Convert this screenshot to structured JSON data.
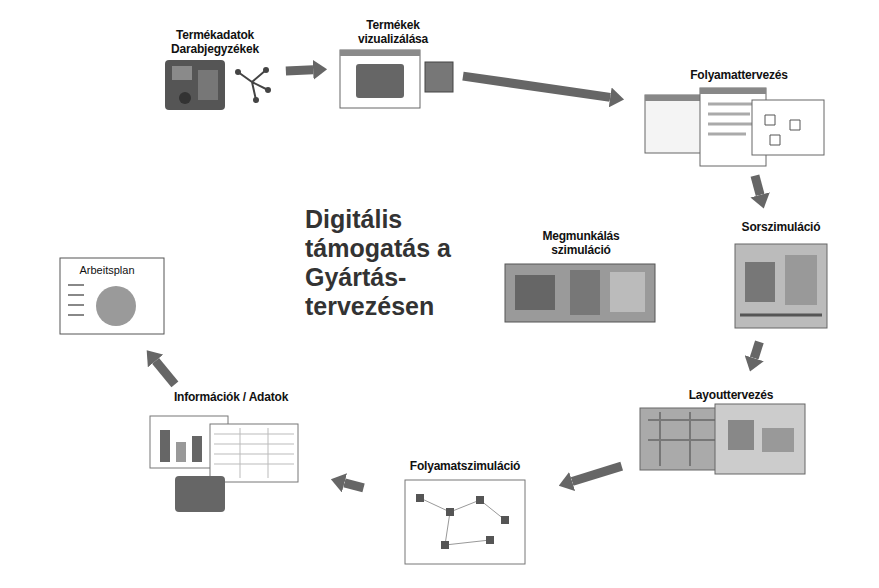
{
  "diagram": {
    "nodes": [
      {
        "text": [
          "Termékadatok Darabjegyzékek"
        ]
      },
      {
        "text": [
          "Termékek vizualizálása"
        ]
      },
      {
        "text": [
          "Folyamattervezés"
        ]
      },
      {
        "text": [
          "Sorszimuláció"
        ]
      },
      {
        "text": [
          "Layouttervezés"
        ]
      },
      {
        "text": [
          "Folyamatszimuláció"
        ]
      },
      {
        "text": [
          "Információk / Adatok"
        ]
      },
      {
        "text": [
          "Arbeitsplan"
        ]
      },
      {
        "text": [
          "Megmunkálás szimuláció"
        ]
      }
    ],
    "edges": [
      {
        "from": 0,
        "to": 1,
        "arrow": "to"
      },
      {
        "from": 1,
        "to": 2,
        "arrow": "to"
      },
      {
        "from": 2,
        "to": 3,
        "arrow": "to"
      },
      {
        "from": 3,
        "to": 4,
        "arrow": "to"
      },
      {
        "from": 4,
        "to": 5,
        "arrow": "to"
      },
      {
        "from": 5,
        "to": 6,
        "arrow": "to"
      },
      {
        "from": 6,
        "to": 7,
        "arrow": "to"
      }
    ],
    "labels": [
      "Digitális támogatás a Gyártás- tervezésen"
    ]
  }
}
